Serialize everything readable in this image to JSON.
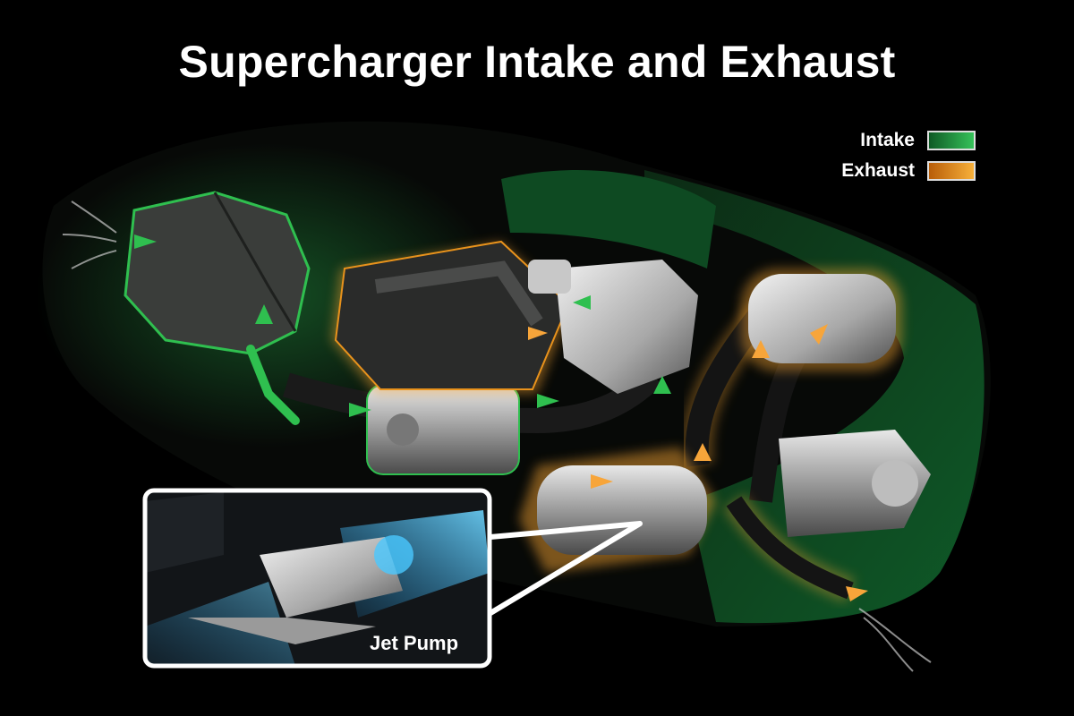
{
  "title": "Supercharger Intake and Exhaust",
  "legend": [
    {
      "label": "Intake",
      "color": "#1f8a3a"
    },
    {
      "label": "Exhaust",
      "color": "#e8921c"
    }
  ],
  "callout": {
    "label": "Jet Pump"
  },
  "colors": {
    "intake": "#2faa4a",
    "exhaust": "#f0a030",
    "hull": "#0f4a22",
    "background": "#000000"
  },
  "icons": [
    "intake-arrow-icon",
    "exhaust-arrow-icon"
  ]
}
